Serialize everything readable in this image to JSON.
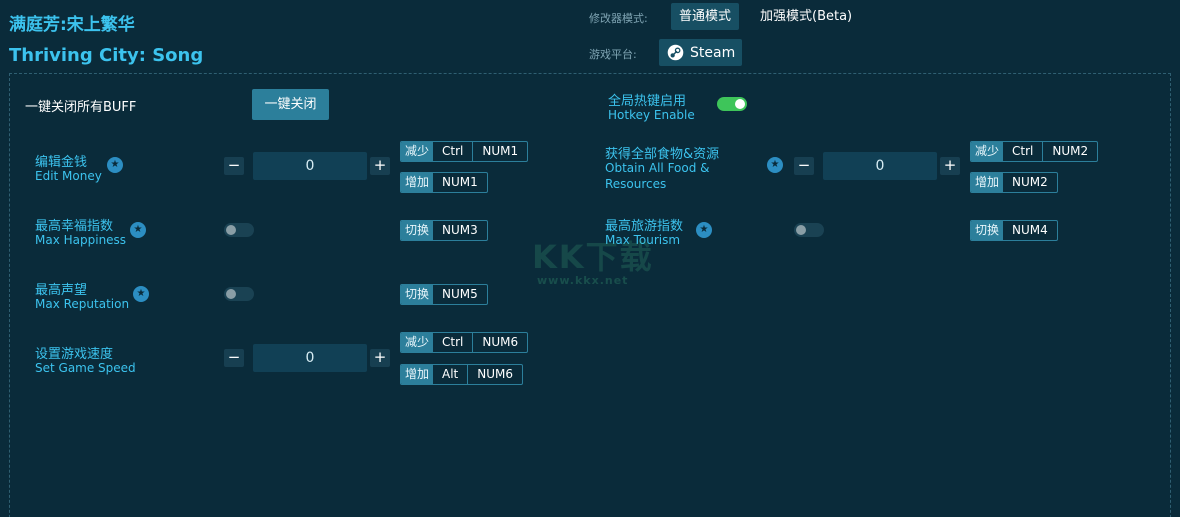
{
  "app": {
    "title_cn": "满庭芳:宋上繁华",
    "title_en": "Thriving City: Song"
  },
  "mode": {
    "label": "修改器模式:",
    "normal": "普通模式",
    "enhanced": "加强模式(Beta)"
  },
  "platform": {
    "label": "游戏平台:",
    "name": "Steam"
  },
  "global": {
    "disable_all_label": "一键关闭所有BUFF",
    "disable_all_button": "一键关闭",
    "hotkey_cn": "全局热键启用",
    "hotkey_en": "Hotkey Enable",
    "hotkey_enabled": true
  },
  "tags": {
    "decrease": "减少",
    "increase": "增加",
    "toggle": "切换"
  },
  "cheats": {
    "money": {
      "cn": "编辑金钱",
      "en": "Edit Money",
      "value": "0",
      "dec_keys": [
        "Ctrl",
        "NUM1"
      ],
      "inc_keys": [
        "NUM1"
      ]
    },
    "food": {
      "cn": "获得全部食物&资源",
      "en1": "Obtain All Food &",
      "en2": "Resources",
      "value": "0",
      "dec_keys": [
        "Ctrl",
        "NUM2"
      ],
      "inc_keys": [
        "NUM2"
      ]
    },
    "happiness": {
      "cn": "最高幸福指数",
      "en": "Max Happiness",
      "keys": [
        "NUM3"
      ],
      "enabled": false
    },
    "tourism": {
      "cn": "最高旅游指数",
      "en": "Max Tourism",
      "keys": [
        "NUM4"
      ],
      "enabled": false
    },
    "reputation": {
      "cn": "最高声望",
      "en": "Max Reputation",
      "keys": [
        "NUM5"
      ],
      "enabled": false
    },
    "speed": {
      "cn": "设置游戏速度",
      "en": "Set Game Speed",
      "value": "0",
      "dec_keys": [
        "Ctrl",
        "NUM6"
      ],
      "inc_keys": [
        "Alt",
        "NUM6"
      ]
    }
  },
  "icons": {
    "star": "star-icon",
    "steam": "steam-icon",
    "minus": "−",
    "plus": "+"
  },
  "watermark": {
    "logo": "KK下载",
    "url": "www.kkx.net"
  },
  "colors": {
    "background": "#0a2b3a",
    "accent": "#3cc3ee",
    "toggle_on": "#3ec55a",
    "button": "#2c7f9b"
  }
}
